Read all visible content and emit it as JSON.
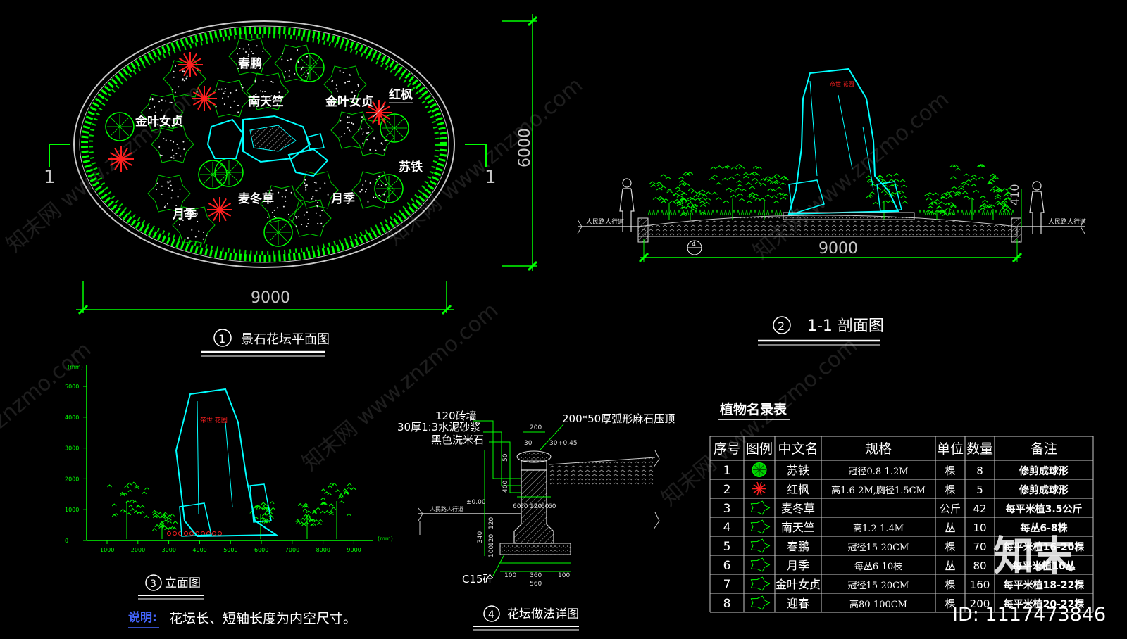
{
  "plan": {
    "title": "景石花坛平面图",
    "number": "1",
    "width_dim": "9000",
    "height_dim": "6000",
    "section_mark": "1",
    "labels": [
      "春鹏",
      "南天竺",
      "金叶女贞",
      "金叶女贞",
      "红枫",
      "苏铁",
      "麦冬草",
      "月季",
      "月季"
    ]
  },
  "section": {
    "title": "1-1 剖面图",
    "number": "2",
    "width_dim": "9000",
    "height_dim": "410",
    "detail_ref": "4",
    "walkway_left": "人民路人行道",
    "walkway_right": "人民路人行道",
    "stone_text": "帝世 花园"
  },
  "elevation": {
    "title": "立面图",
    "number": "3",
    "unit": "(mm)",
    "y_ticks": [
      "5000",
      "4000",
      "3000",
      "2000",
      "1000",
      "0"
    ],
    "x_ticks": [
      "1000",
      "2000",
      "3000",
      "4000",
      "5000",
      "6000",
      "7000",
      "8000",
      "9000"
    ],
    "stone_text": "帝世 花园"
  },
  "detail": {
    "title": "花坛做法详图",
    "number": "4",
    "note_wall": "120砖墙",
    "note_mortar": "30厚1:3水泥砂浆",
    "note_stone": "黑色洗米石",
    "note_cap": "200*50厚弧形麻石压顶",
    "note_concrete": "C15砼",
    "dims_top": [
      "200",
      "30",
      "30",
      "+0.45"
    ],
    "dims_mid": [
      "60",
      "60",
      "120",
      "60",
      "60"
    ],
    "dims_left": [
      "50",
      "400",
      "120",
      "340",
      "120",
      "100"
    ],
    "dims_bottom": [
      "100",
      "360",
      "100",
      "560"
    ],
    "level": "±0.00",
    "walkway": "人民路人行道"
  },
  "note": {
    "label": "说明:",
    "text": "花坛长、短轴长度为内空尺寸。"
  },
  "table": {
    "title": "植物名录表",
    "headers": [
      "序号",
      "图例",
      "中文名",
      "规格",
      "单位",
      "数量",
      "备注"
    ],
    "rows": [
      [
        "1",
        "",
        "苏铁",
        "冠径0.8-1.2M",
        "棵",
        "8",
        "修剪成球形"
      ],
      [
        "2",
        "",
        "红枫",
        "高1.6-2M,胸径1.5CM",
        "棵",
        "5",
        "修剪成球形"
      ],
      [
        "3",
        "",
        "麦冬草",
        "",
        "公斤",
        "42",
        "每平米植3.5公斤"
      ],
      [
        "4",
        "",
        "南天竺",
        "高1.2-1.4M",
        "丛",
        "10",
        "每丛6-8株"
      ],
      [
        "5",
        "",
        "春鹏",
        "冠径15-20CM",
        "棵",
        "70",
        "每平米植16-20棵"
      ],
      [
        "6",
        "",
        "月季",
        "每丛6-10枝",
        "丛",
        "80",
        "每平米植10丛"
      ],
      [
        "7",
        "",
        "金叶女贞",
        "冠径15-20CM",
        "棵",
        "160",
        "每平米植18-22棵"
      ],
      [
        "8",
        "",
        "迎春",
        "高80-100CM",
        "棵",
        "200",
        "每平米植20-22棵"
      ]
    ]
  },
  "watermark": {
    "logo": "知末",
    "id": "ID: 1117473846",
    "site": "www.znzmo.com"
  },
  "colors": {
    "green": "#00ff00",
    "cyan": "#00ffff",
    "red": "#ff2020",
    "white": "#ffffff",
    "gray": "#c8c8c8"
  }
}
